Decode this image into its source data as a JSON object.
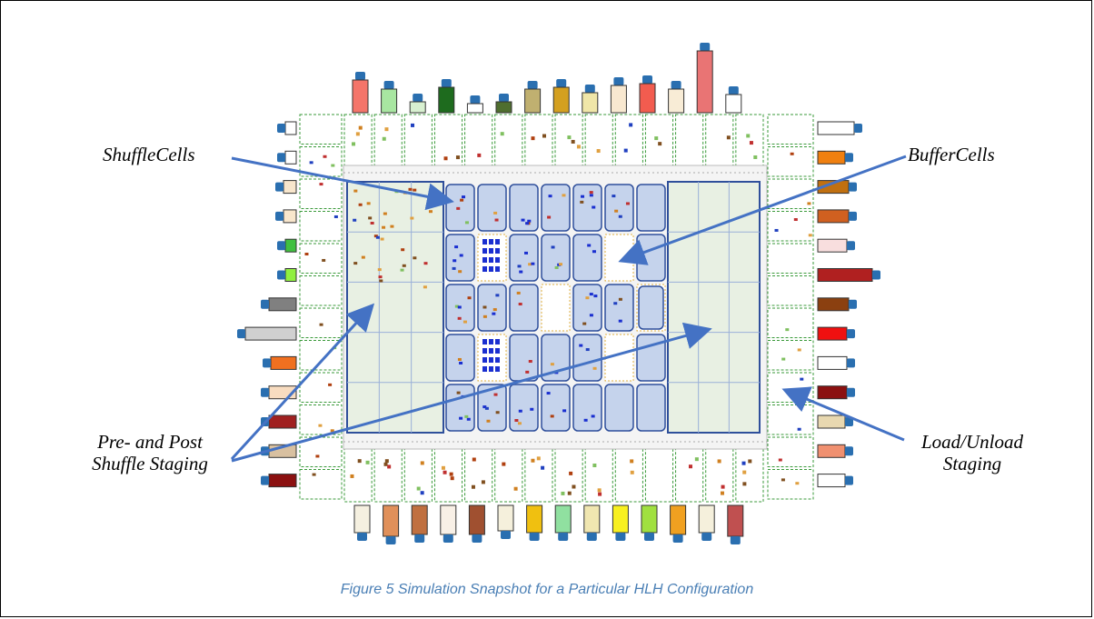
{
  "labels": {
    "shuffle_cells": "ShuffleCells",
    "buffer_cells": "BufferCells",
    "pre_post_line1": "Pre- and Post",
    "pre_post_line2": "Shuffle Staging",
    "load_line1": "Load/Unload",
    "load_line2": "Staging"
  },
  "caption": "Figure 5 Simulation Snapshot for a Particular HLH Configuration",
  "colors": {
    "arrow": "#4472c4",
    "cell_fill": "#c5d3ec",
    "cell_border": "#2f4f9b",
    "staging_fill": "#e8f0e3",
    "dash": "#3a9a3a",
    "caption": "#4a7fb5"
  },
  "trucks": {
    "top": [
      "#f4756a",
      "#a8e6a1",
      "#d8f0d0",
      "#1e6b1e",
      "#ffffff",
      "#4f6e2f",
      "#c0b070",
      "#d4a020",
      "#f0e6a8",
      "#f8e8d0",
      "#f25c4f",
      "#f8ecd6",
      "#e97474",
      "#ffffff"
    ],
    "bottom": [
      "#f5f0e0",
      "#e0905a",
      "#c07040",
      "#f8f0e6",
      "#a05030",
      "#f5f0dc",
      "#f0c010",
      "#90e0a0",
      "#f0e6b0",
      "#f8f020",
      "#a0e040",
      "#f0a020",
      "#f5f0dc",
      "#c05050"
    ],
    "left": [
      "#ffffff",
      "#ffffff",
      "#f8e6cc",
      "#f8e6cc",
      "#40c040",
      "#90f040",
      "#808080",
      "#d0d0d0",
      "#f07020",
      "#f8dcc0",
      "#a02020",
      "#d8c0a0",
      "#8b1010"
    ],
    "right": [
      "#ffffff",
      "#f08010",
      "#c07010",
      "#d06020",
      "#f8dede",
      "#b02020",
      "#8b4010",
      "#f01010",
      "#ffffff",
      "#8b1010",
      "#e8d8b0",
      "#f09070",
      "#ffffff"
    ]
  }
}
